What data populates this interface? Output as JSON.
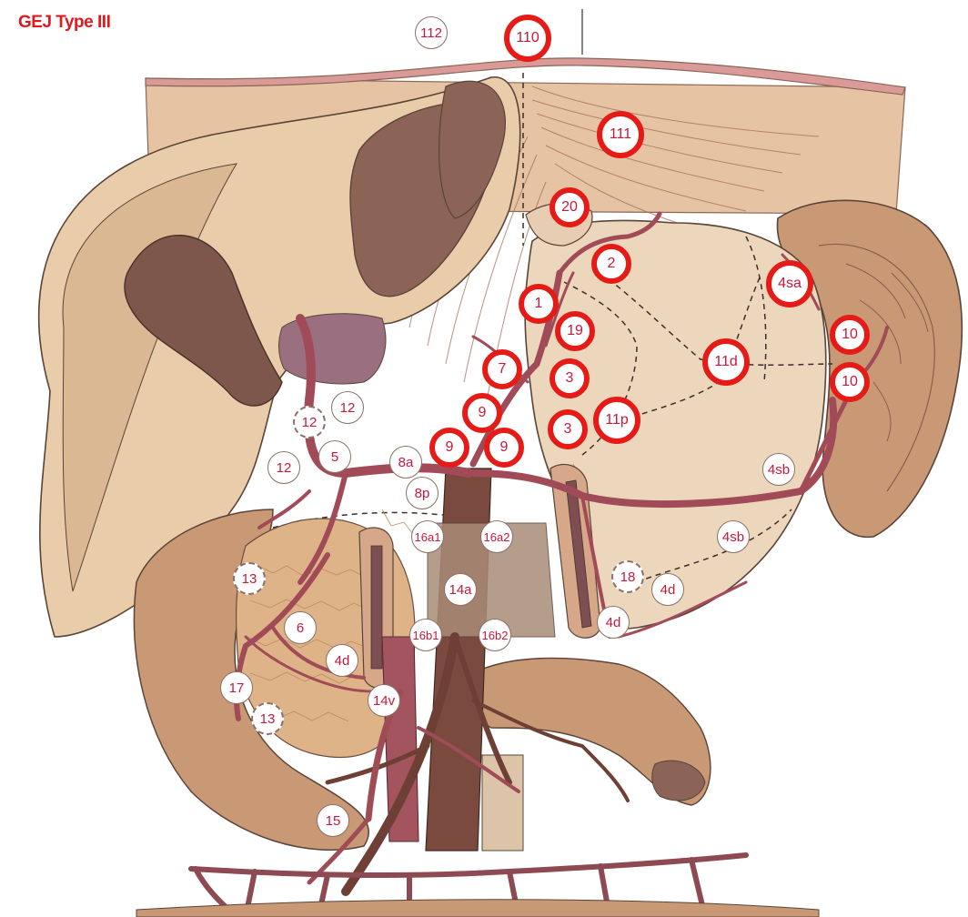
{
  "title": "GEJ Type III",
  "colors": {
    "selected_ring": "#e41b17",
    "label_text": "#c8183a",
    "title": "#e0191f"
  },
  "selected_stations": [
    "110",
    "111",
    "20",
    "2",
    "1",
    "19",
    "4sa",
    "10",
    "10",
    "11d",
    "7",
    "3",
    "9",
    "11p",
    "3",
    "9",
    "9"
  ],
  "other_stations": [
    "112",
    "12",
    "12",
    "12",
    "5",
    "8a",
    "8p",
    "16a1",
    "16a2",
    "14a",
    "13",
    "18",
    "4d",
    "4d",
    "6",
    "16b1",
    "16b2",
    "4d",
    "17",
    "13",
    "14v",
    "4sb",
    "4sb",
    "15"
  ],
  "nodes": [
    {
      "label": "112",
      "type": "regular"
    },
    {
      "label": "110",
      "type": "selected"
    },
    {
      "label": "111",
      "type": "selected"
    },
    {
      "label": "20",
      "type": "selected"
    },
    {
      "label": "2",
      "type": "selected"
    },
    {
      "label": "1",
      "type": "selected"
    },
    {
      "label": "19",
      "type": "selected"
    },
    {
      "label": "4sa",
      "type": "selected"
    },
    {
      "label": "10",
      "type": "selected"
    },
    {
      "label": "10",
      "type": "selected"
    },
    {
      "label": "11d",
      "type": "selected"
    },
    {
      "label": "7",
      "type": "selected"
    },
    {
      "label": "3",
      "type": "selected"
    },
    {
      "label": "9",
      "type": "selected"
    },
    {
      "label": "11p",
      "type": "selected"
    },
    {
      "label": "3",
      "type": "selected"
    },
    {
      "label": "9",
      "type": "selected"
    },
    {
      "label": "9",
      "type": "selected"
    },
    {
      "label": "12",
      "type": "regular"
    },
    {
      "label": "12",
      "type": "regular"
    },
    {
      "label": "12",
      "type": "regular"
    },
    {
      "label": "5",
      "type": "regular"
    },
    {
      "label": "8a",
      "type": "regular"
    },
    {
      "label": "8p",
      "type": "regular"
    },
    {
      "label": "16a1",
      "type": "regular"
    },
    {
      "label": "16a2",
      "type": "regular"
    },
    {
      "label": "14a",
      "type": "regular"
    },
    {
      "label": "4sb",
      "type": "regular"
    },
    {
      "label": "4sb",
      "type": "regular"
    },
    {
      "label": "13",
      "type": "regular"
    },
    {
      "label": "18",
      "type": "regular"
    },
    {
      "label": "4d",
      "type": "regular"
    },
    {
      "label": "4d",
      "type": "regular"
    },
    {
      "label": "6",
      "type": "regular"
    },
    {
      "label": "16b1",
      "type": "regular"
    },
    {
      "label": "16b2",
      "type": "regular"
    },
    {
      "label": "4d",
      "type": "regular"
    },
    {
      "label": "17",
      "type": "regular"
    },
    {
      "label": "13",
      "type": "regular"
    },
    {
      "label": "14v",
      "type": "regular"
    },
    {
      "label": "15",
      "type": "regular"
    }
  ]
}
